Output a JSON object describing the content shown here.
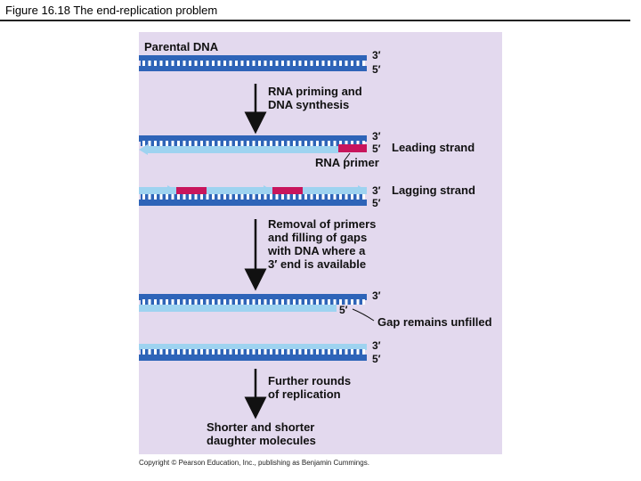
{
  "figure_title": "Figure 16.18  The end-replication problem",
  "copyright": "Copyright © Pearson Education, Inc., publishing as Benjamin Cummings.",
  "labels": {
    "parental": "Parental DNA",
    "step1_line1": "RNA priming and",
    "step1_line2": "DNA synthesis",
    "leading": "Leading strand",
    "rna_primer": "RNA primer",
    "lagging": "Lagging strand",
    "step2_line1": "Removal of primers",
    "step2_line2": "and filling of gaps",
    "step2_line3": "with DNA where a",
    "step2_line4": "3′ end is available",
    "gap": "Gap remains unfilled",
    "step3_line1": "Further rounds",
    "step3_line2": "of replication",
    "final_line1": "Shorter and shorter",
    "final_line2": "daughter molecules"
  },
  "ends": {
    "three_prime": "3′",
    "five_prime": "5′"
  },
  "colors": {
    "panel_bg": "#e3d9ee",
    "parental_strand": "#2e64b8",
    "new_strand": "#9ed3f0",
    "rung": "#ffffff",
    "primer": "#c8155c",
    "arrow": "#111111"
  }
}
